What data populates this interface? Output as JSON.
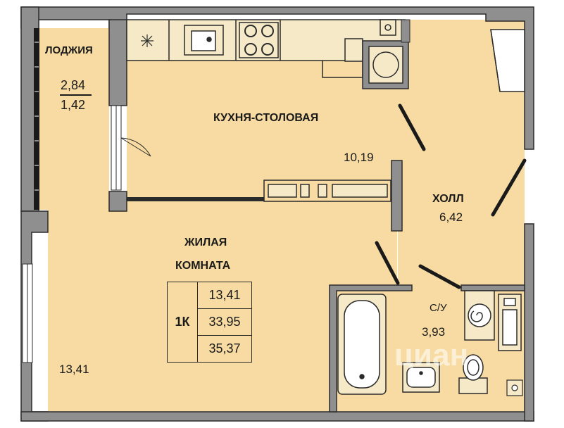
{
  "rooms": {
    "loggia": {
      "name": "ЛОДЖИЯ",
      "area_top": "2,84",
      "area_bottom": "1,42"
    },
    "kitchen": {
      "name": "КУХНЯ-СТОЛОВАЯ",
      "area": "10,19"
    },
    "hall": {
      "name": "ХОЛЛ",
      "area": "6,42"
    },
    "living": {
      "name_line1": "ЖИЛАЯ",
      "name_line2": "КОМНАТА",
      "area": "13,41"
    },
    "bathroom": {
      "name": "С/У",
      "area": "3,93"
    }
  },
  "summary": {
    "type": "1К",
    "values": [
      "13,41",
      "33,95",
      "35,37"
    ]
  },
  "watermark": {
    "text": "циан"
  },
  "colors": {
    "floor": "#f7dba2",
    "wall": "#8c8c8c",
    "outline": "#2b2b2b"
  }
}
